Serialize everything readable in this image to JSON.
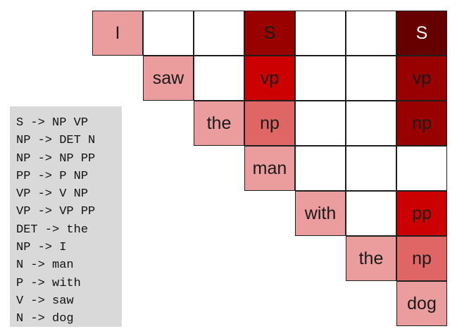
{
  "grammar": {
    "rules": [
      "S -> NP VP",
      "NP -> DET N",
      "NP -> NP PP",
      "PP -> P NP",
      "VP -> V NP",
      "VP -> VP PP",
      "DET -> the",
      "NP -> I",
      "N -> man",
      "P -> with",
      "V -> saw",
      "N -> dog"
    ]
  },
  "chart": {
    "colors": {
      "empty": "#ffffff",
      "light": "#eb9c9c",
      "medium": "#e06666",
      "bright": "#cc0000",
      "dark": "#990000",
      "darkest": "#660000"
    },
    "cells": [
      {
        "row": 0,
        "col": 0,
        "label": "I",
        "color": "light"
      },
      {
        "row": 0,
        "col": 1,
        "label": "",
        "color": "empty"
      },
      {
        "row": 0,
        "col": 2,
        "label": "",
        "color": "empty"
      },
      {
        "row": 0,
        "col": 3,
        "label": "S",
        "color": "dark"
      },
      {
        "row": 0,
        "col": 4,
        "label": "",
        "color": "empty"
      },
      {
        "row": 0,
        "col": 5,
        "label": "",
        "color": "empty"
      },
      {
        "row": 0,
        "col": 6,
        "label": "S",
        "color": "darkest"
      },
      {
        "row": 1,
        "col": 1,
        "label": "saw",
        "color": "light"
      },
      {
        "row": 1,
        "col": 2,
        "label": "",
        "color": "empty"
      },
      {
        "row": 1,
        "col": 3,
        "label": "vp",
        "color": "bright"
      },
      {
        "row": 1,
        "col": 4,
        "label": "",
        "color": "empty"
      },
      {
        "row": 1,
        "col": 5,
        "label": "",
        "color": "empty"
      },
      {
        "row": 1,
        "col": 6,
        "label": "vp",
        "color": "dark"
      },
      {
        "row": 2,
        "col": 2,
        "label": "the",
        "color": "light"
      },
      {
        "row": 2,
        "col": 3,
        "label": "np",
        "color": "medium"
      },
      {
        "row": 2,
        "col": 4,
        "label": "",
        "color": "empty"
      },
      {
        "row": 2,
        "col": 5,
        "label": "",
        "color": "empty"
      },
      {
        "row": 2,
        "col": 6,
        "label": "np",
        "color": "dark"
      },
      {
        "row": 3,
        "col": 3,
        "label": "man",
        "color": "light"
      },
      {
        "row": 3,
        "col": 4,
        "label": "",
        "color": "empty"
      },
      {
        "row": 3,
        "col": 5,
        "label": "",
        "color": "empty"
      },
      {
        "row": 3,
        "col": 6,
        "label": "",
        "color": "empty"
      },
      {
        "row": 4,
        "col": 4,
        "label": "with",
        "color": "light"
      },
      {
        "row": 4,
        "col": 5,
        "label": "",
        "color": "empty"
      },
      {
        "row": 4,
        "col": 6,
        "label": "pp",
        "color": "bright"
      },
      {
        "row": 5,
        "col": 5,
        "label": "the",
        "color": "light"
      },
      {
        "row": 5,
        "col": 6,
        "label": "np",
        "color": "medium"
      },
      {
        "row": 6,
        "col": 6,
        "label": "dog",
        "color": "light"
      }
    ]
  }
}
